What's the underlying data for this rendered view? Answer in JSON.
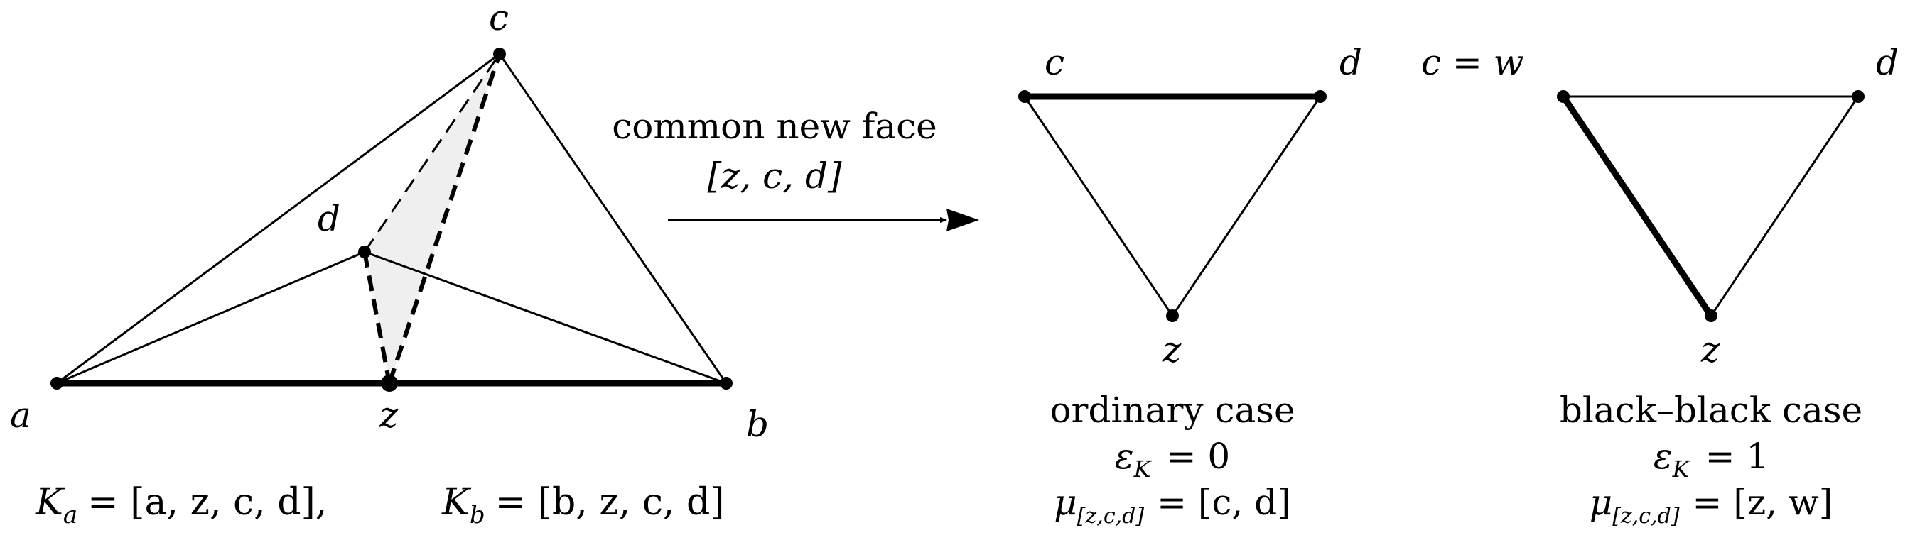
{
  "left_figure": {
    "vertices": {
      "a": "a",
      "b": "b",
      "c": "c",
      "d": "d",
      "z": "z"
    },
    "formula": {
      "Ka_sym": "K",
      "Ka_sub": "a",
      "Ka_rhs": "= [a, z, c, d],",
      "Kb_sym": "K",
      "Kb_sub": "b",
      "Kb_rhs": "= [b, z, c, d]"
    }
  },
  "arrow": {
    "caption_line1": "common new face",
    "caption_line2": "[z, c, d]"
  },
  "ordinary": {
    "vertices": {
      "c": "c",
      "d": "d",
      "z": "z"
    },
    "title": "ordinary case",
    "eps_sym": "ε",
    "eps_sub": "K",
    "eps_rhs": "=  0",
    "mu_sym": "μ",
    "mu_sub": "[z,c,d]",
    "mu_rhs": "= [c, d]"
  },
  "blackblack": {
    "vertices": {
      "cw": "c = w",
      "d": "d",
      "z": "z"
    },
    "title": "black–black case",
    "eps_sym": "ε",
    "eps_sub": "K",
    "eps_rhs": "=  1",
    "mu_sym": "μ",
    "mu_sub": "[z,c,d]",
    "mu_rhs": "= [z, w]"
  }
}
